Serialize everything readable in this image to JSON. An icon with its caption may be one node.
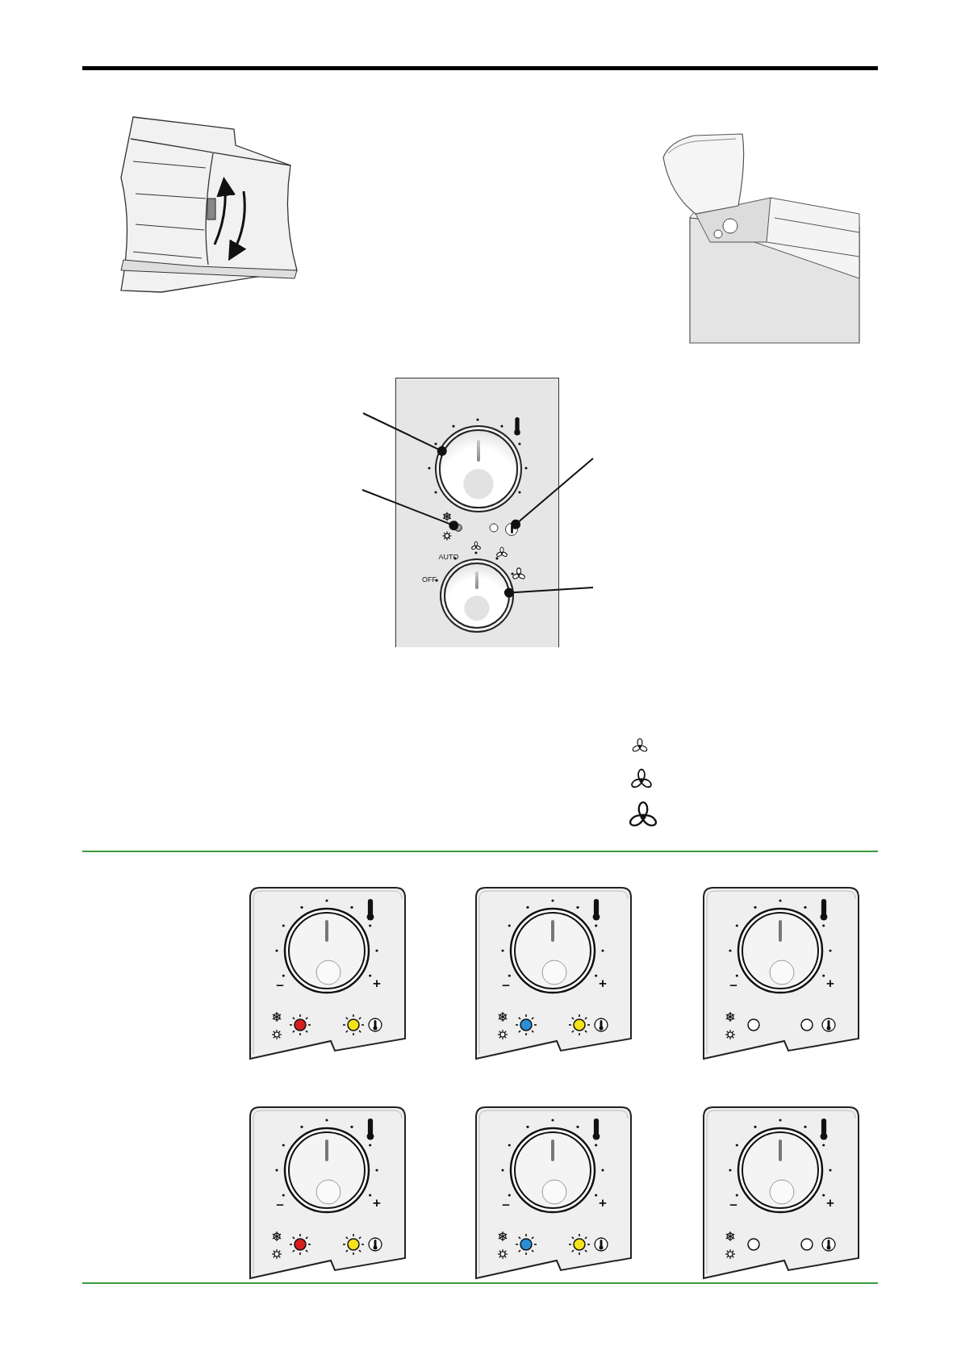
{
  "diagram": {
    "nodes": [
      {
        "text": [],
        "shape": "circle"
      },
      {
        "text": [],
        "shape": "circle"
      },
      {
        "text": [],
        "shape": "circle"
      },
      {
        "text": [],
        "shape": "circle"
      }
    ],
    "edges": [
      {
        "from": null,
        "to": 0,
        "arrow": "other"
      },
      {
        "from": null,
        "to": 1,
        "arrow": "other"
      },
      {
        "from": null,
        "to": 2,
        "arrow": "other"
      },
      {
        "from": null,
        "to": 3,
        "arrow": "other"
      }
    ],
    "labels": [
      "AUTO",
      "OFF",
      "–",
      "+",
      "–",
      "+",
      "–",
      "+",
      "–",
      "+",
      "–",
      "+",
      "–",
      "+"
    ]
  }
}
